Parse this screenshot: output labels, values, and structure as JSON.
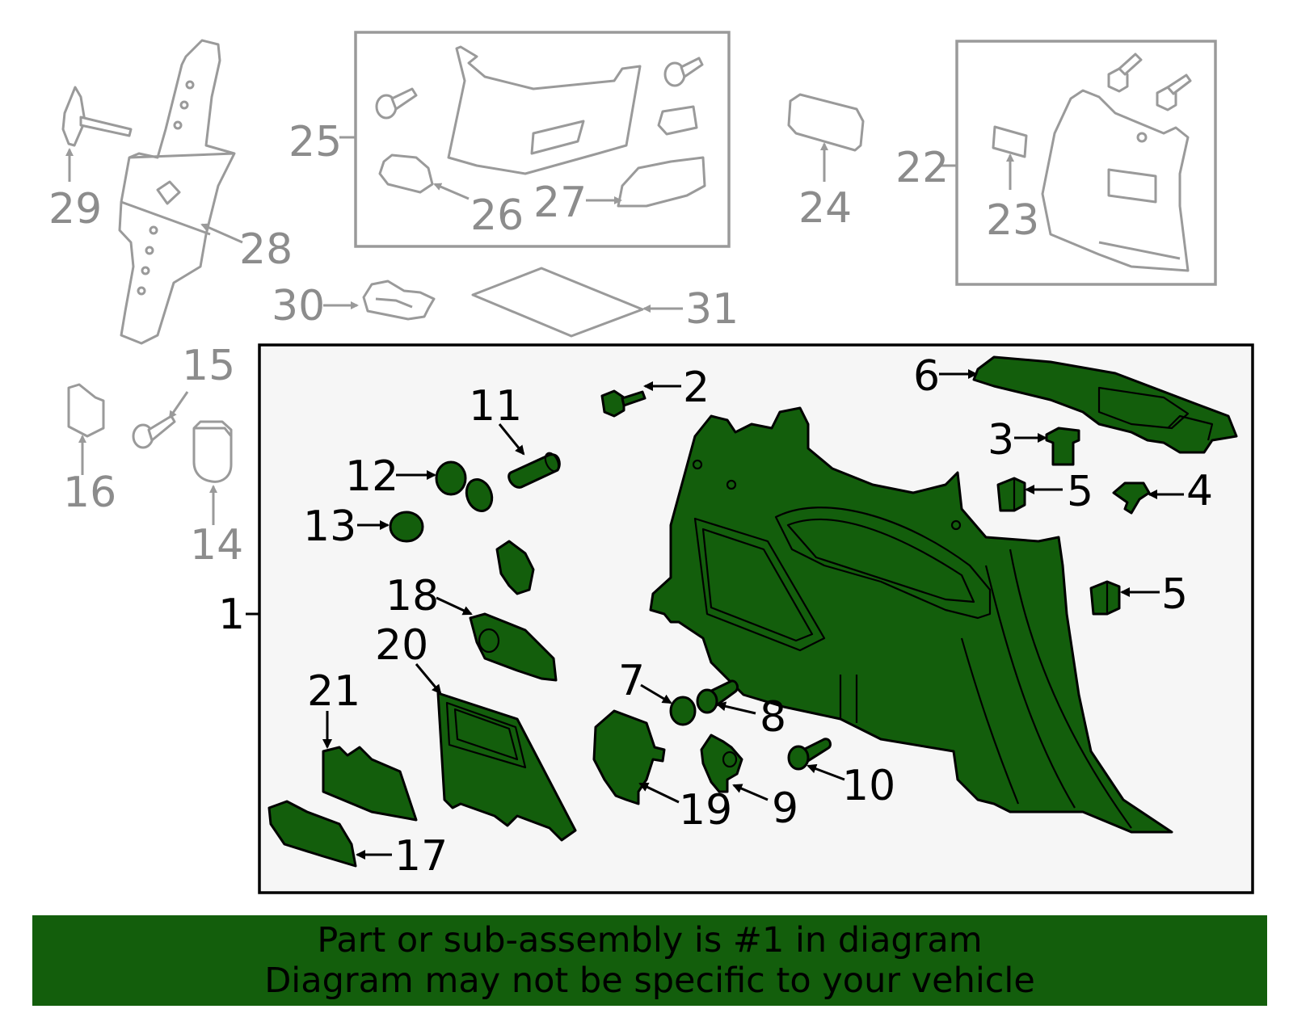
{
  "labels": {
    "c1": "1",
    "c2": "2",
    "c3": "3",
    "c4": "4",
    "c5a": "5",
    "c5b": "5",
    "c6": "6",
    "c7": "7",
    "c8": "8",
    "c9": "9",
    "c10": "10",
    "c11": "11",
    "c12": "12",
    "c13": "13",
    "c14": "14",
    "c15": "15",
    "c16": "16",
    "c17": "17",
    "c18": "18",
    "c19": "19",
    "c20": "20",
    "c21": "21",
    "c22": "22",
    "c23": "23",
    "c24": "24",
    "c25": "25",
    "c26": "26",
    "c27": "27",
    "c28": "28",
    "c29": "29",
    "c30": "30",
    "c31": "31"
  },
  "banner": {
    "line1": "Part or sub-assembly is #1 in diagram",
    "line2": "Diagram may not be specific to your vehicle"
  },
  "colors": {
    "highlight": "#135e0c",
    "inactive_part": "#9a9a9a",
    "panel_background": "#f6f6f6"
  }
}
